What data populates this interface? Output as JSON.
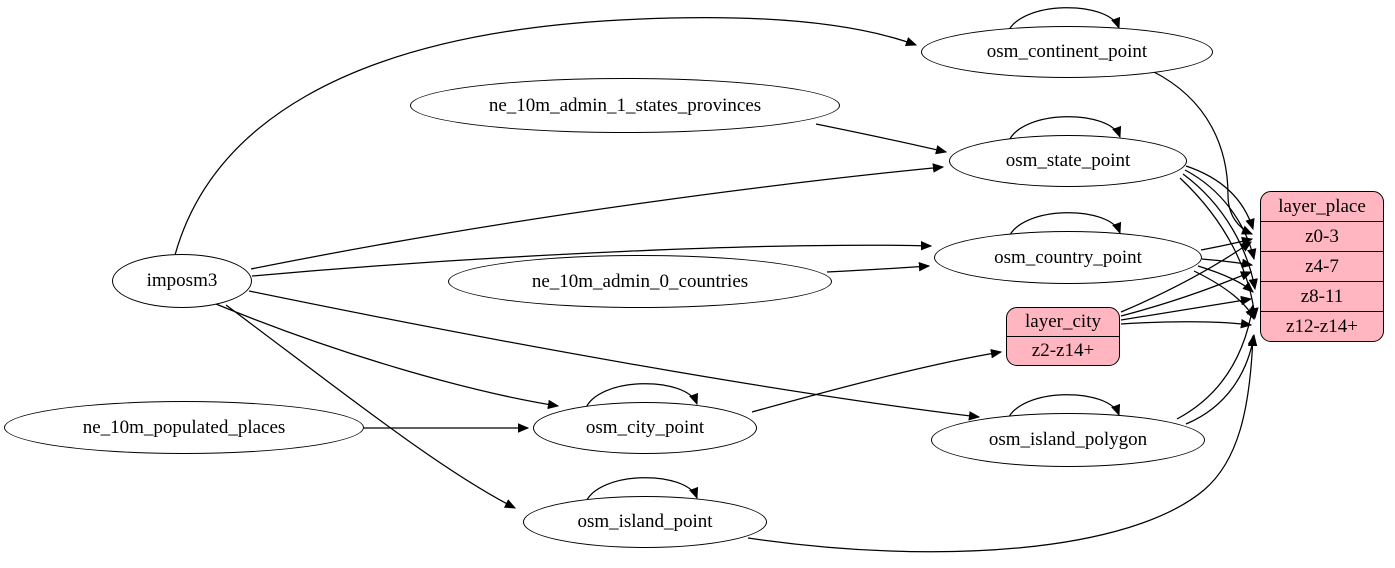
{
  "diagram": {
    "kind": "etl-dependency-graph",
    "background": "#ffffff",
    "edge_color": "#000000",
    "node_outline": "#000000",
    "record_fill": "#ffb6c1",
    "ellipse_fill": "#ffffff"
  },
  "nodes": {
    "imposm3": {
      "label": "imposm3",
      "type": "ellipse"
    },
    "ne_states": {
      "label": "ne_10m_admin_1_states_provinces",
      "type": "ellipse"
    },
    "ne_countries": {
      "label": "ne_10m_admin_0_countries",
      "type": "ellipse"
    },
    "ne_populated": {
      "label": "ne_10m_populated_places",
      "type": "ellipse"
    },
    "osm_continent_point": {
      "label": "osm_continent_point",
      "type": "ellipse"
    },
    "osm_state_point": {
      "label": "osm_state_point",
      "type": "ellipse"
    },
    "osm_country_point": {
      "label": "osm_country_point",
      "type": "ellipse"
    },
    "osm_city_point": {
      "label": "osm_city_point",
      "type": "ellipse"
    },
    "osm_island_polygon": {
      "label": "osm_island_polygon",
      "type": "ellipse"
    },
    "osm_island_point": {
      "label": "osm_island_point",
      "type": "ellipse"
    },
    "layer_city": {
      "label": "layer_city",
      "type": "record",
      "rows": [
        "z2-z14+"
      ]
    },
    "layer_place": {
      "label": "layer_place",
      "type": "record",
      "rows": [
        "z0-3",
        "z4-7",
        "z8-11",
        "z12-z14+"
      ]
    }
  },
  "edges": [
    {
      "from": "imposm3",
      "to": "osm_continent_point"
    },
    {
      "from": "imposm3",
      "to": "osm_state_point"
    },
    {
      "from": "imposm3",
      "to": "osm_country_point"
    },
    {
      "from": "imposm3",
      "to": "osm_city_point"
    },
    {
      "from": "imposm3",
      "to": "osm_island_polygon"
    },
    {
      "from": "imposm3",
      "to": "osm_island_point"
    },
    {
      "from": "ne_10m_admin_1_states_provinces",
      "to": "osm_state_point"
    },
    {
      "from": "ne_10m_admin_0_countries",
      "to": "osm_country_point"
    },
    {
      "from": "ne_10m_populated_places",
      "to": "osm_city_point"
    },
    {
      "from": "osm_continent_point",
      "to": "osm_continent_point",
      "self_loop": true
    },
    {
      "from": "osm_state_point",
      "to": "osm_state_point",
      "self_loop": true
    },
    {
      "from": "osm_country_point",
      "to": "osm_country_point",
      "self_loop": true
    },
    {
      "from": "osm_city_point",
      "to": "osm_city_point",
      "self_loop": true
    },
    {
      "from": "osm_island_polygon",
      "to": "osm_island_polygon",
      "self_loop": true
    },
    {
      "from": "osm_island_point",
      "to": "osm_island_point",
      "self_loop": true
    },
    {
      "from": "osm_city_point",
      "to": "layer_city",
      "to_port": "z2-z14+"
    },
    {
      "from": "osm_continent_point",
      "to": "layer_place",
      "to_port": "z0-3"
    },
    {
      "from": "osm_state_point",
      "to": "layer_place",
      "to_port": "z0-3"
    },
    {
      "from": "osm_state_point",
      "to": "layer_place",
      "to_port": "z4-7"
    },
    {
      "from": "osm_state_point",
      "to": "layer_place",
      "to_port": "z8-11"
    },
    {
      "from": "osm_state_point",
      "to": "layer_place",
      "to_port": "z12-z14+"
    },
    {
      "from": "osm_country_point",
      "to": "layer_place",
      "to_port": "z0-3"
    },
    {
      "from": "osm_country_point",
      "to": "layer_place",
      "to_port": "z4-7"
    },
    {
      "from": "osm_country_point",
      "to": "layer_place",
      "to_port": "z8-11"
    },
    {
      "from": "osm_country_point",
      "to": "layer_place",
      "to_port": "z12-z14+"
    },
    {
      "from": "layer_city",
      "to": "layer_place",
      "to_port": "z0-3"
    },
    {
      "from": "layer_city",
      "to": "layer_place",
      "to_port": "z4-7"
    },
    {
      "from": "layer_city",
      "to": "layer_place",
      "to_port": "z8-11"
    },
    {
      "from": "layer_city",
      "to": "layer_place",
      "to_port": "z12-z14+"
    },
    {
      "from": "osm_island_polygon",
      "to": "layer_place",
      "to_port": "z8-11"
    },
    {
      "from": "osm_island_polygon",
      "to": "layer_place",
      "to_port": "z12-z14+"
    },
    {
      "from": "osm_island_point",
      "to": "layer_place",
      "to_port": "z12-z14+"
    }
  ]
}
